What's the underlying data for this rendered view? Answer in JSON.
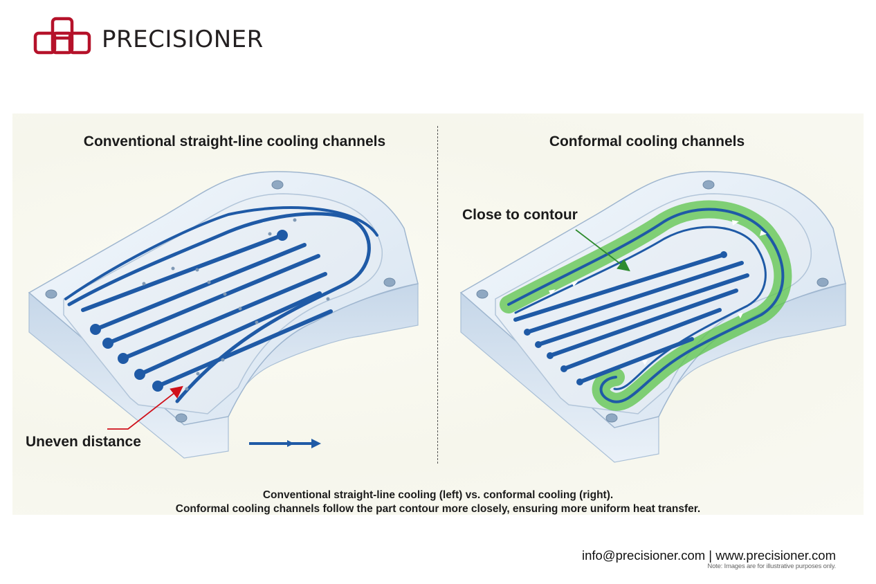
{
  "brand": {
    "name": "PRECISIONER",
    "logo_color": "#b5122a"
  },
  "panels": {
    "left": {
      "title": "Conventional straight-line cooling channels",
      "callout": "Uneven distance",
      "callout_color": "#d0101a"
    },
    "right": {
      "title": "Conformal cooling channels",
      "callout": "Close to contour",
      "callout_color": "#2e8b2e"
    }
  },
  "caption": {
    "line1": "Conventional straight-line cooling (left) vs. conformal cooling (right).",
    "line2": "Conformal cooling channels follow the part contour more closely, ensuring more uniform heat transfer."
  },
  "footer": {
    "contact": "info@precisioner.com | www.precisioner.com",
    "note": "Note: Images are for illustrative purposes only."
  },
  "colors": {
    "channel": "#1f5aa6",
    "highlight": "#5cc44a",
    "plate": "#dde8f3"
  }
}
